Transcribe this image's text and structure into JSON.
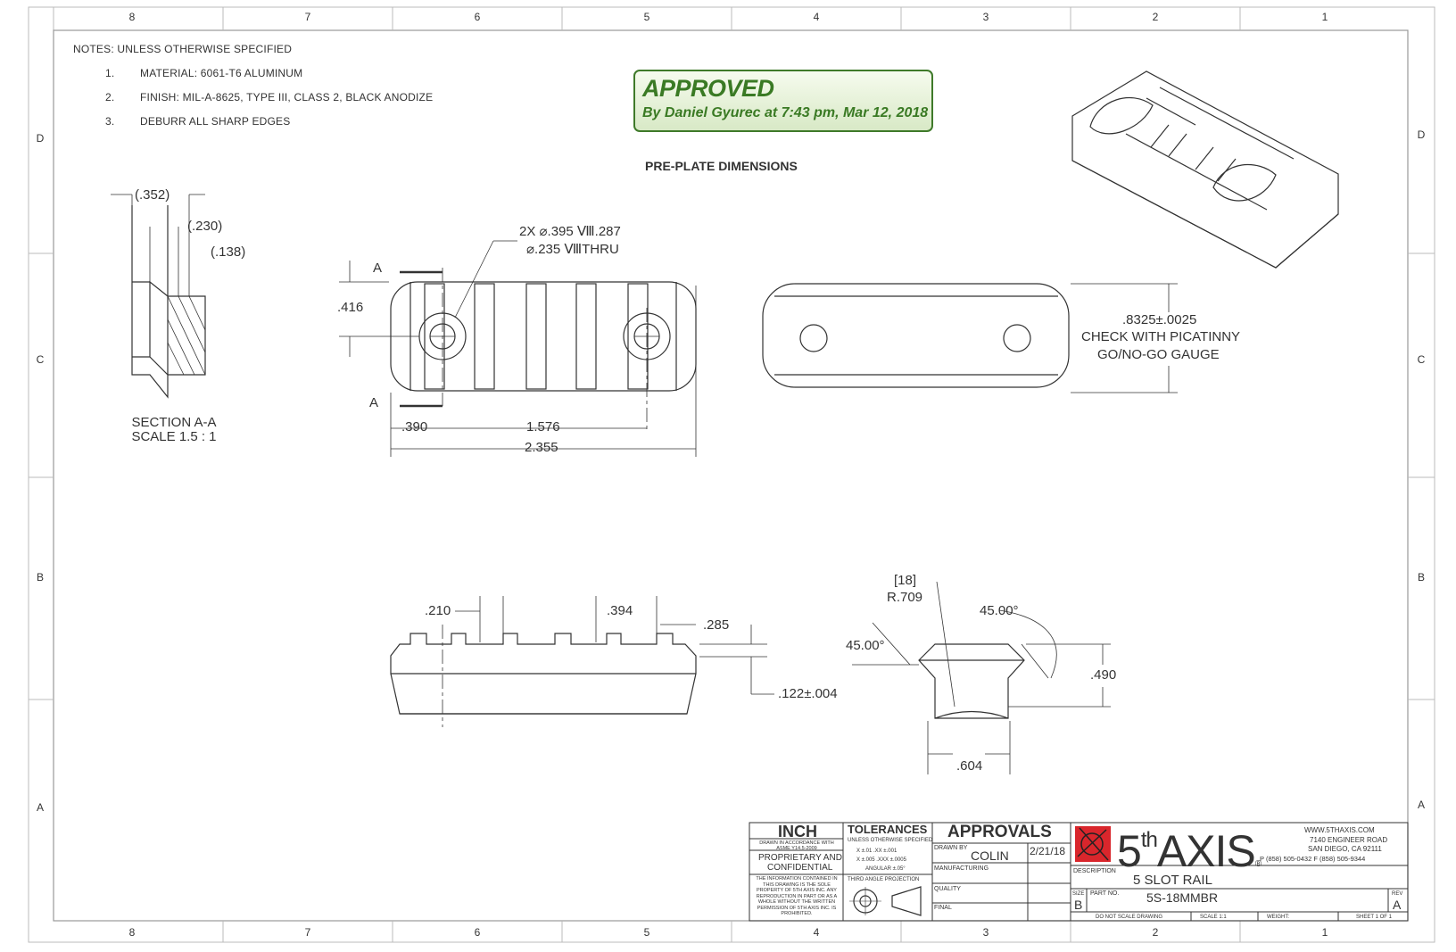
{
  "zones": {
    "columns": [
      "8",
      "7",
      "6",
      "5",
      "4",
      "3",
      "2",
      "1"
    ],
    "rows": [
      "D",
      "C",
      "B",
      "A"
    ]
  },
  "notes": {
    "header": "NOTES: UNLESS OTHERWISE SPECIFIED",
    "items": [
      {
        "num": "1.",
        "text": "MATERIAL: 6061-T6 ALUMINUM"
      },
      {
        "num": "2.",
        "text": "FINISH: MIL-A-8625, TYPE III, CLASS 2, BLACK ANODIZE"
      },
      {
        "num": "3.",
        "text": "DEBURR ALL SHARP EDGES"
      }
    ]
  },
  "stamp": {
    "title": "APPROVED",
    "by": "By Daniel Gyurec at 7:43 pm, Mar 12, 2018",
    "color": "#3a7a24"
  },
  "view_title": "PRE-PLATE DIMENSIONS",
  "section": {
    "dims": [
      "(.352)",
      "(.230)",
      "(.138)"
    ],
    "label_line1": "SECTION A-A",
    "label_line2": "SCALE 1.5 : 1"
  },
  "top_view": {
    "hole_callout_1": "2X ⌀.395 Ⅷ.287",
    "hole_callout_2": "⌀.235 ⅧTHRU",
    "section_mark_top": "A",
    "section_mark_bottom": "A",
    "dim_height": ".416",
    "dim_edge_to_hole": ".390",
    "dim_hole_spacing": "1.576",
    "dim_overall": "2.355"
  },
  "bottom_view": {
    "dim_width": ".8325±.0025",
    "note_line1": "CHECK WITH PICATINNY",
    "note_line2": "GO/NO-GO GAUGE"
  },
  "side_view": {
    "dim_slot_start": ".210",
    "dim_pitch": ".394",
    "dim_slot_width": ".285",
    "dim_slot_depth": ".122±.004"
  },
  "end_view": {
    "radius_bracket": "[18]",
    "radius": "R.709",
    "angle_left": "45.00°",
    "angle_right": "45.00°",
    "dim_height": ".490",
    "dim_width": ".604"
  },
  "title_block": {
    "unit": "INCH",
    "unit_note": "DRAWN IN ACCORDANCE WITH ASME Y14.5-2009",
    "proprietary_1": "PROPRIETARY AND",
    "proprietary_2": "CONFIDENTIAL",
    "proprietary_text": "THE INFORMATION CONTAINED IN THIS DRAWING IS THE SOLE PROPERTY OF 5TH AXIS INC. ANY REPRODUCTION IN PART OR AS A WHOLE WITHOUT THE WRITTEN PERMISSION OF 5TH AXIS INC. IS PROHIBITED.",
    "tolerances_title": "TOLERANCES",
    "tolerances_sub": "UNLESS OTHERWISE SPECIFIED",
    "tol_line1": "X ±.01     .XX ±.001",
    "tol_line2": "X ±.005   .XXX ±.0005",
    "tol_line3": "ANGULAR ±.05°",
    "projection": "THIRD ANGLE PROJECTION",
    "approvals_title": "APPROVALS",
    "drawn_by_label": "DRAWN BY",
    "drawn_by": "COLIN",
    "drawn_date": "2/21/18",
    "manufacturing_label": "MANUFACTURING",
    "quality_label": "QUALITY",
    "final_label": "FINAL",
    "logo_main": "5",
    "logo_sup": "th",
    "logo_rest": "AXIS",
    "logo_registered": "®",
    "website": "WWW.5THAXIS.COM",
    "address_1": "7140 ENGINEER ROAD",
    "address_2": "SAN DIEGO, CA 92111",
    "phone": "P (858) 505-0432  F (858) 505-9344",
    "description_label": "DESCRIPTION",
    "description": "5 SLOT RAIL",
    "size_label": "SIZE",
    "size": "B",
    "part_no_label": "PART NO.",
    "part_no": "5S-18MMBR",
    "rev_label": "REV",
    "rev": "A",
    "do_not_scale": "DO NOT SCALE DRAWING",
    "scale_label": "SCALE 1:1",
    "weight_label": "WEIGHT:",
    "sheet_label": "SHEET 1 OF 1",
    "brand_color": "#d9262c"
  }
}
